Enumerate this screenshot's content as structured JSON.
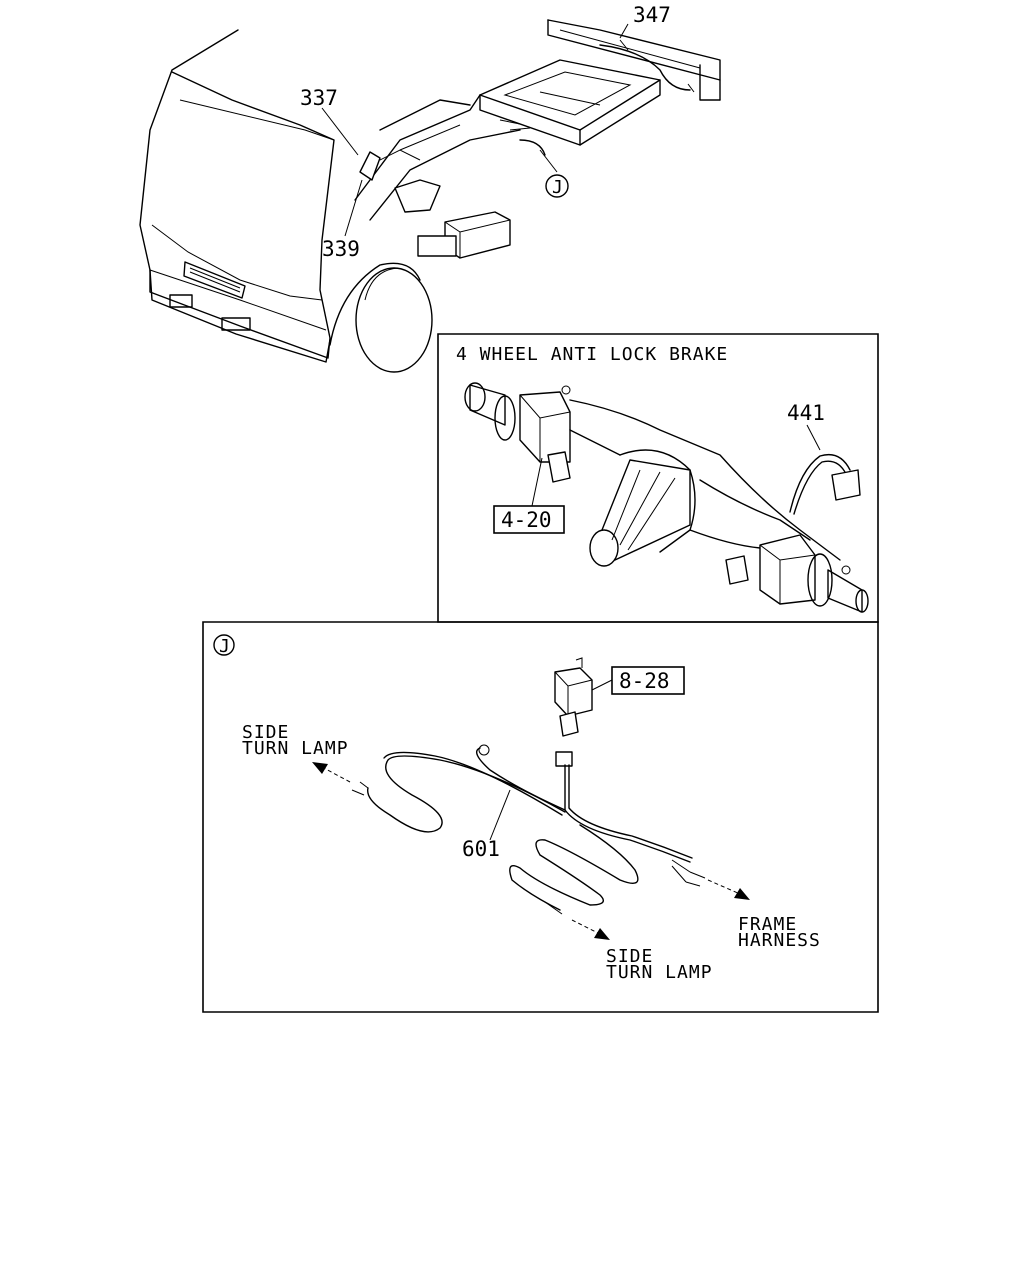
{
  "callouts": {
    "c347": "347",
    "c337": "337",
    "c339": "339",
    "cJ": "J",
    "c441": "441",
    "c420": "4-20",
    "c828": "8-28",
    "c601": "601"
  },
  "abs_panel": {
    "title": "4 WHEEL ANTI LOCK BRAKE"
  },
  "detail_j": {
    "marker": "J",
    "side_lamp_left_1": "SIDE",
    "side_lamp_left_2": "TURN LAMP",
    "side_lamp_right_1": "SIDE",
    "side_lamp_right_2": "TURN LAMP",
    "frame_1": "FRAME",
    "frame_2": "HARNESS"
  }
}
